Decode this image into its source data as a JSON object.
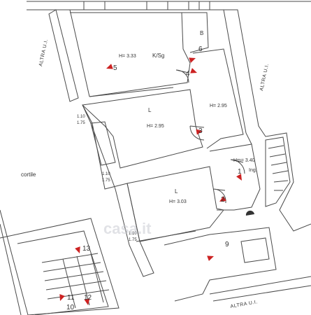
{
  "labels": {
    "altra_left": "ALTRA U.I.",
    "altra_right": "ALTRA U.I.",
    "altra_bottom": "ALTRA U.I.",
    "cortile": "cortile",
    "ksg": "K/Sg",
    "h333": "H= 3.33",
    "bath": "B",
    "l1": "L",
    "h295a": "H= 2.95",
    "h295b": "H= 2.95",
    "hm340": "Hm= 3.40",
    "ing": "Ing.",
    "l2": "L",
    "h303": "H= 3.03",
    "dim1a": "1.10",
    "dim1b": "1.75",
    "dim2a": "1.10",
    "dim2b": "1.75",
    "dim3a": "1.10",
    "dim3b": "1.75",
    "watermark": "casa.it"
  },
  "markers": {
    "m1": "1",
    "m2": "2",
    "m3": "3",
    "m4": "4",
    "m5": "5",
    "m6": "6",
    "m9": "9",
    "m10": "10",
    "m11": "11",
    "m12": "12",
    "m13": "13"
  },
  "colors": {
    "line": "#4a4a4a",
    "wall_fill": "#ffffff",
    "arrow": "#cc2222",
    "text": "#333333"
  }
}
